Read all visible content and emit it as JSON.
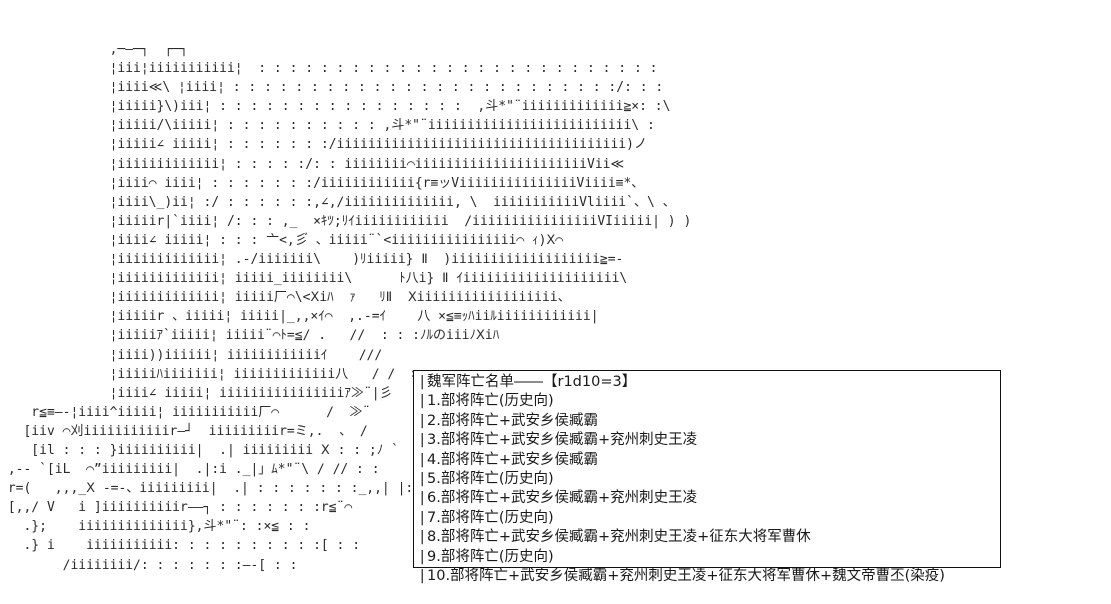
{
  "scene": {
    "type": "ascii-art-visual-novel",
    "background_color": "#ffffff",
    "text_color": "#2b2b2b"
  },
  "aa_art": {
    "description": "monochrome ASCII/AA artwork of a character scene",
    "lines": [
      "              ,─―─┐  ┌─┐",
      "              ¦iii¦iiiiiiiiiii¦  : : : : : : : : : : : : : : : : : : : : : : : : : :",
      "              ¦iiii≪\\ ¦iiii¦ : : : : : : : : : : : : : : : : : : : : : : : : :/: : :",
      "              ¦iiiii}\\)iii¦ : : : : : : : : : : : : : : : :  ,斗*\"¨iiiiiiiiiiiii≧×: :\\",
      "              ¦iiiii/\\iiiii¦ : : : : : : : : : : ,斗*\"¨iiiiiiiiiiiiiiiiiiiiiiiiii\\ :",
      "              ¦iiiii∠ iiiii¦ : : : : : : :/iiiiiiiiiiiiiiiiiiiiiiiiiiiiiiiiiiiii)ノ",
      "              ¦iiiiiiiiiiiii¦ : : : : :/: : iiiiiiii⌒iiiiiiiiiiiiiiiiiiiiiiVii≪",
      "              ¦iiii⌒ iiii¦ : : : : : : :/iiiiiiiiiiii{r≡ッViiiiiiiiiiiiiiiViiii≡*、",
      "              ¦iiii\\_)ii¦ :/ : : : : : :,∠,∕iiiiiiiiiiiiii, \\  iiiiiiiiiiiVliiii`、\\ 、",
      "              ¦iiiiir|`iiii¦ /: : : ,_  ×ｷﾂ;ﾘｲiiiiiiiiiiii  ∕iiiiiiiiiiiiiiiiVIiiiii| ) )",
      "              ¦iiii∠ iiiii¦ : : : 亠<,彡゙ 、iiiii¨`<iiiiiiiiiiiiiiii⌒ ｨ)Ⅹ⌒",
      "              ¦iiiiiiiiiiiii¦ .-/iiiiiii\\    )ﾘiiiii} Ⅱ  )iiiiiiiiiiiiiiiiiii≧=-",
      "              ¦iiiiiiiiiiiii¦ iiiii_iiiiiiii\\      ﾄ八i} Ⅱ ｲiiiiiiiiiiiiiiiiiiii\\",
      "              ¦iiiiiiiiiiiii¦ iiiii厂⌒\\<Ⅹiﾊ  ｧ   ﾘⅡ  Ⅹiiiiiiiiiiiiiiiiii、",
      "              ¦iiiiir 、iiiii¦ iiiii|_,,×ｲ⌒  ,.-=ｲ    八 ×≦≡ｯﾊiiﾙiiiiiiiiiiii|",
      "              ¦iiiiiｱ`iiiii¦ iiiii¨⌒ﾄ=≦∕ .   ∕∕  : : :ﾉﾙのiiiﾉⅩiﾊ",
      "              ¦iiii))iiiiii¦ iiiiiiiiiiiiｲ    ∕∕∕",
      "              ¦iiiiiﾊiiiiiii¦ iiiiiiiiiiiii八   ∕ ∕  ×",
      "              ¦iiii∠ iiiii¦ iiiiiiiiiiiiiiiiｱ≫¨|彡 ",
      "    r≦≡―-¦iiii^iiiii¦ iiiiiiiiiii厂⌒      ∕  ≫¨",
      "   [iiv ⌒刈iiiiiiiiiiir―┘  iiiiiiiiir=ミ,.  、 ∕",
      "    [il : : : }iiiiiiiiii|  .| iiiiiiiii Ⅹ : : ;ﾉ `  :",
      " ,-‐ `[iL  ⌒”iiiiiiiii|  .|:i ._|」ﾑ*\"¨\\ ∕ ∕/ : :",
      " r=(   ,,,_Ⅹ -=-、iiiiiiiii|  .| : : : : : : :_,,| |: : ,斗*\"¨",
      " [,,∕ V   i ]iiiiiiiiiir――┐ : : : : : : :r≦¨⌒",
      "   .};    iiiiiiiiiiiiii},斗*\"¨: :×≦ : :",
      "   .} i    iiiiiiiiiii: : : : : : : : : :[ : :",
      "        ∕iiiiiiii∕: : : : : : :―-[ : :"
    ]
  },
  "message_box": {
    "name": "dice-result-box",
    "border_color": "#111111",
    "background_color": "#ffffff",
    "header": "魏军阵亡名单――【r1d10=3】",
    "bullet": "|",
    "entries": [
      "1.部将阵亡(历史向)",
      "2.部将阵亡+武安乡侯臧霸",
      "3.部将阵亡+武安乡侯臧霸+兖州刺史王凌",
      "4.部将阵亡+武安乡侯臧霸",
      "5.部将阵亡(历史向)",
      "6.部将阵亡+武安乡侯臧霸+兖州刺史王凌",
      "7.部将阵亡(历史向)",
      "8.部将阵亡+武安乡侯臧霸+兖州刺史王凌+征东大将军曹休",
      "9.部将阵亡(历史向)",
      "10.部将阵亡+武安乡侯臧霸+兖州刺史王凌+征东大将军曹休+魏文帝曹丕(染疫)"
    ]
  }
}
